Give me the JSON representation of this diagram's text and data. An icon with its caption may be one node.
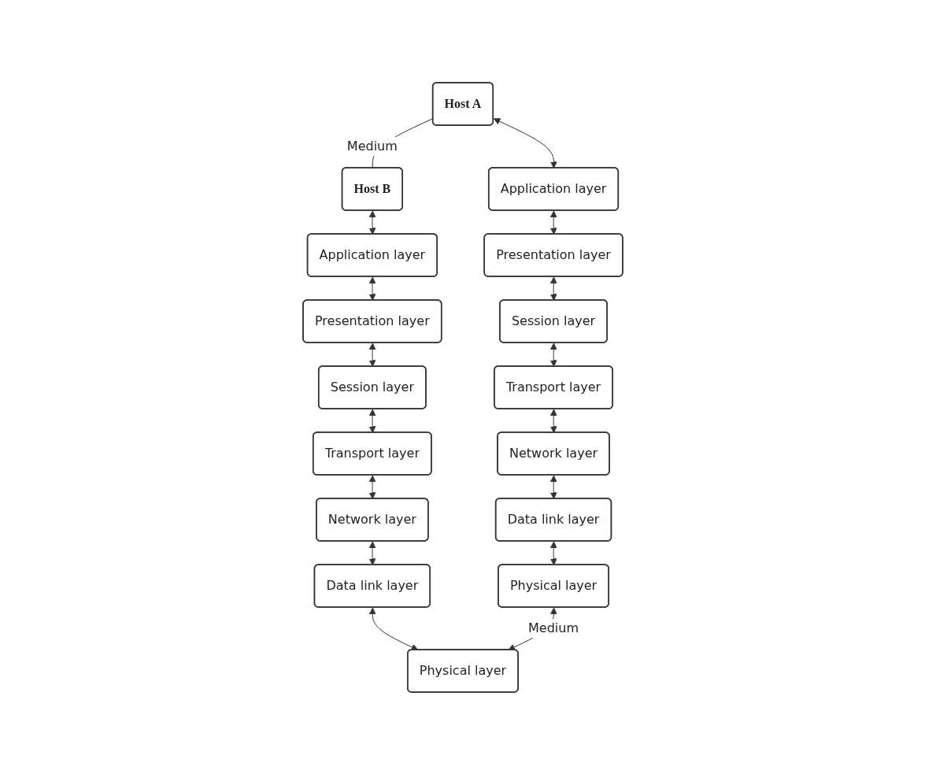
{
  "diagram": {
    "nodes": [
      {
        "text": [
          "Host A"
        ]
      },
      {
        "text": [
          "Host B"
        ]
      },
      {
        "text": [
          "Application layer"
        ]
      },
      {
        "text": [
          "Presentation layer"
        ]
      },
      {
        "text": [
          "Session layer"
        ]
      },
      {
        "text": [
          "Transport layer"
        ]
      },
      {
        "text": [
          "Network layer"
        ]
      },
      {
        "text": [
          "Data link layer"
        ]
      },
      {
        "text": [
          "Physical layer"
        ]
      },
      {
        "text": [
          "Application layer"
        ]
      },
      {
        "text": [
          "Presentation layer"
        ]
      },
      {
        "text": [
          "Session layer"
        ]
      },
      {
        "text": [
          "Transport layer"
        ]
      },
      {
        "text": [
          "Network layer"
        ]
      },
      {
        "text": [
          "Data link layer"
        ]
      },
      {
        "text": [
          "Physical layer"
        ]
      }
    ],
    "edges": [
      {
        "from": 0,
        "to": 1,
        "arrow": "none",
        "label": "Medium"
      },
      {
        "from": 0,
        "to": 2,
        "arrow": "both"
      },
      {
        "from": 2,
        "to": 3,
        "arrow": "both"
      },
      {
        "from": 3,
        "to": 4,
        "arrow": "both"
      },
      {
        "from": 4,
        "to": 5,
        "arrow": "both"
      },
      {
        "from": 5,
        "to": 6,
        "arrow": "both"
      },
      {
        "from": 6,
        "to": 7,
        "arrow": "both"
      },
      {
        "from": 7,
        "to": 8,
        "arrow": "both"
      },
      {
        "from": 1,
        "to": 9,
        "arrow": "both"
      },
      {
        "from": 9,
        "to": 10,
        "arrow": "both"
      },
      {
        "from": 10,
        "to": 11,
        "arrow": "both"
      },
      {
        "from": 11,
        "to": 12,
        "arrow": "both"
      },
      {
        "from": 12,
        "to": 13,
        "arrow": "both"
      },
      {
        "from": 13,
        "to": 14,
        "arrow": "both"
      },
      {
        "from": 14,
        "to": 15,
        "arrow": "both"
      },
      {
        "from": 8,
        "to": 15,
        "arrow": "both",
        "label": "Medium"
      }
    ]
  }
}
